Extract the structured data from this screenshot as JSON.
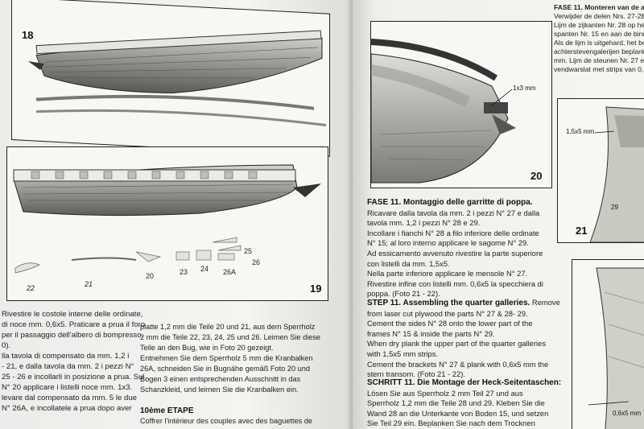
{
  "left_page": {
    "photo_18_number": "18",
    "photo_19_number": "19",
    "part_labels": [
      "22",
      "21",
      "20",
      "23",
      "24",
      "25",
      "26",
      "26A"
    ],
    "col1_lines": [
      "Rivestire le costole interne delle ordinate,",
      "di noce mm. 0,6x5. Praticare a prua il foro",
      "per il passaggio dell'albero di bompresso.",
      "0).",
      "lla tavola di compensato da mm. 1,2 i",
      "- 21, e dalla tavola da mm. 2 i pezzi N°",
      "25 - 26 e incollarli in posizione a prua. Sul",
      "N° 20 applicare i listelli noce mm. 1x3.",
      "levare dal compensato da mm. 5 le due",
      "N° 26A, e incollatele a prua dopo aver"
    ],
    "col2_lines": [
      "platte 1,2 mm die Teile 20 und 21, aus dem Sperrholz",
      "2 mm die Teile 22, 23, 24, 25 und 26. Leimen Sie diese",
      "Teile an den Bug, wie in Foto 20 gezeigt.",
      "Entnehmen Sie dem Sperrholz 5 mm die Kranbalken",
      "26A, schneiden Sie in Bugnähe gemäß Foto 20 und",
      "Bogen 3 einen entsprechenden Ausschnitt in das",
      "Schanzkleid, und leimen Sie die Kranbalken ein."
    ],
    "etape_heading": "10ème ETAPE",
    "etape_line": "Coffrer l'intérieur des couples avec des baguettes de"
  },
  "right_page": {
    "photo_20_number": "20",
    "photo_21_number": "21",
    "annotation_1x3": "1x3 mm",
    "annotation_15x5": "1,5x5 mm",
    "annotation_29": "29",
    "annotation_06x5": "0,6x5 mm",
    "dutch_heading": "FASE 11. Monteren van de a",
    "dutch_lines": [
      "Verwijder de delen Nrs. 27-28-",
      "Lijm de zijkanten Nr. 28 op het",
      "spanten Nr. 15 en aan de binne",
      "Als de lijm is uitgehard, het bo",
      "achterstevengalerijen beplank",
      "mm. Lijm de steunen Nr. 27 e",
      "vendwarslat met strips van 0,"
    ],
    "italian_heading": "FASE 11. Montaggio delle garritte di poppa.",
    "italian_lines": [
      "Ricavare dalla tavola da mm. 2 i pezzi N° 27 e dalla",
      "tavola mm. 1,2 i pezzi N° 28 e 29.",
      "Incollare i fianchi N° 28 a filo inferiore delle ordinate",
      "N° 15; al loro interno applicare le sagome N° 29.",
      "Ad essicamento avvenuto rivestire la parte superiore",
      "con listelli da mm. 1,5x5.",
      "Nella parte inferiore applicare le mensole N° 27.",
      "Rivestire infine con listelli mm. 0,6x5 la specchiera di",
      "poppa. (Foto 21 - 22)."
    ],
    "english_heading": "STEP 11. Assembling the quarter galleries.",
    "english_heading_rest": " Remove",
    "english_lines": [
      "from laser cut plywood the parts N° 27 & 28- 29.",
      "Cement the sides N° 28 onto the lower part of the",
      "frames N° 15 & inside the parts N° 29.",
      "When dry plank the upper part of the quarter galleries",
      "with 1,5x5 mm strips.",
      "Cement the brackets N° 27 & plank with 0,6x5 mm the",
      "stern transom. (Foto 21 - 22)."
    ],
    "german_heading": "SCHRITT 11. Die Montage der Heck-Seitentaschen:",
    "german_lines": [
      "Lösen Sie aus Sperrholz 2 mm Teil 27 und aus",
      "Sperrholz 1,2 mm die Teile 28 und 29. Kleben Sie die",
      "Wand 28 an die Unterkante von Boden 15, und setzen",
      "Sie Teil 29 ein. Beplanken Sie nach dem Trocknen"
    ]
  }
}
